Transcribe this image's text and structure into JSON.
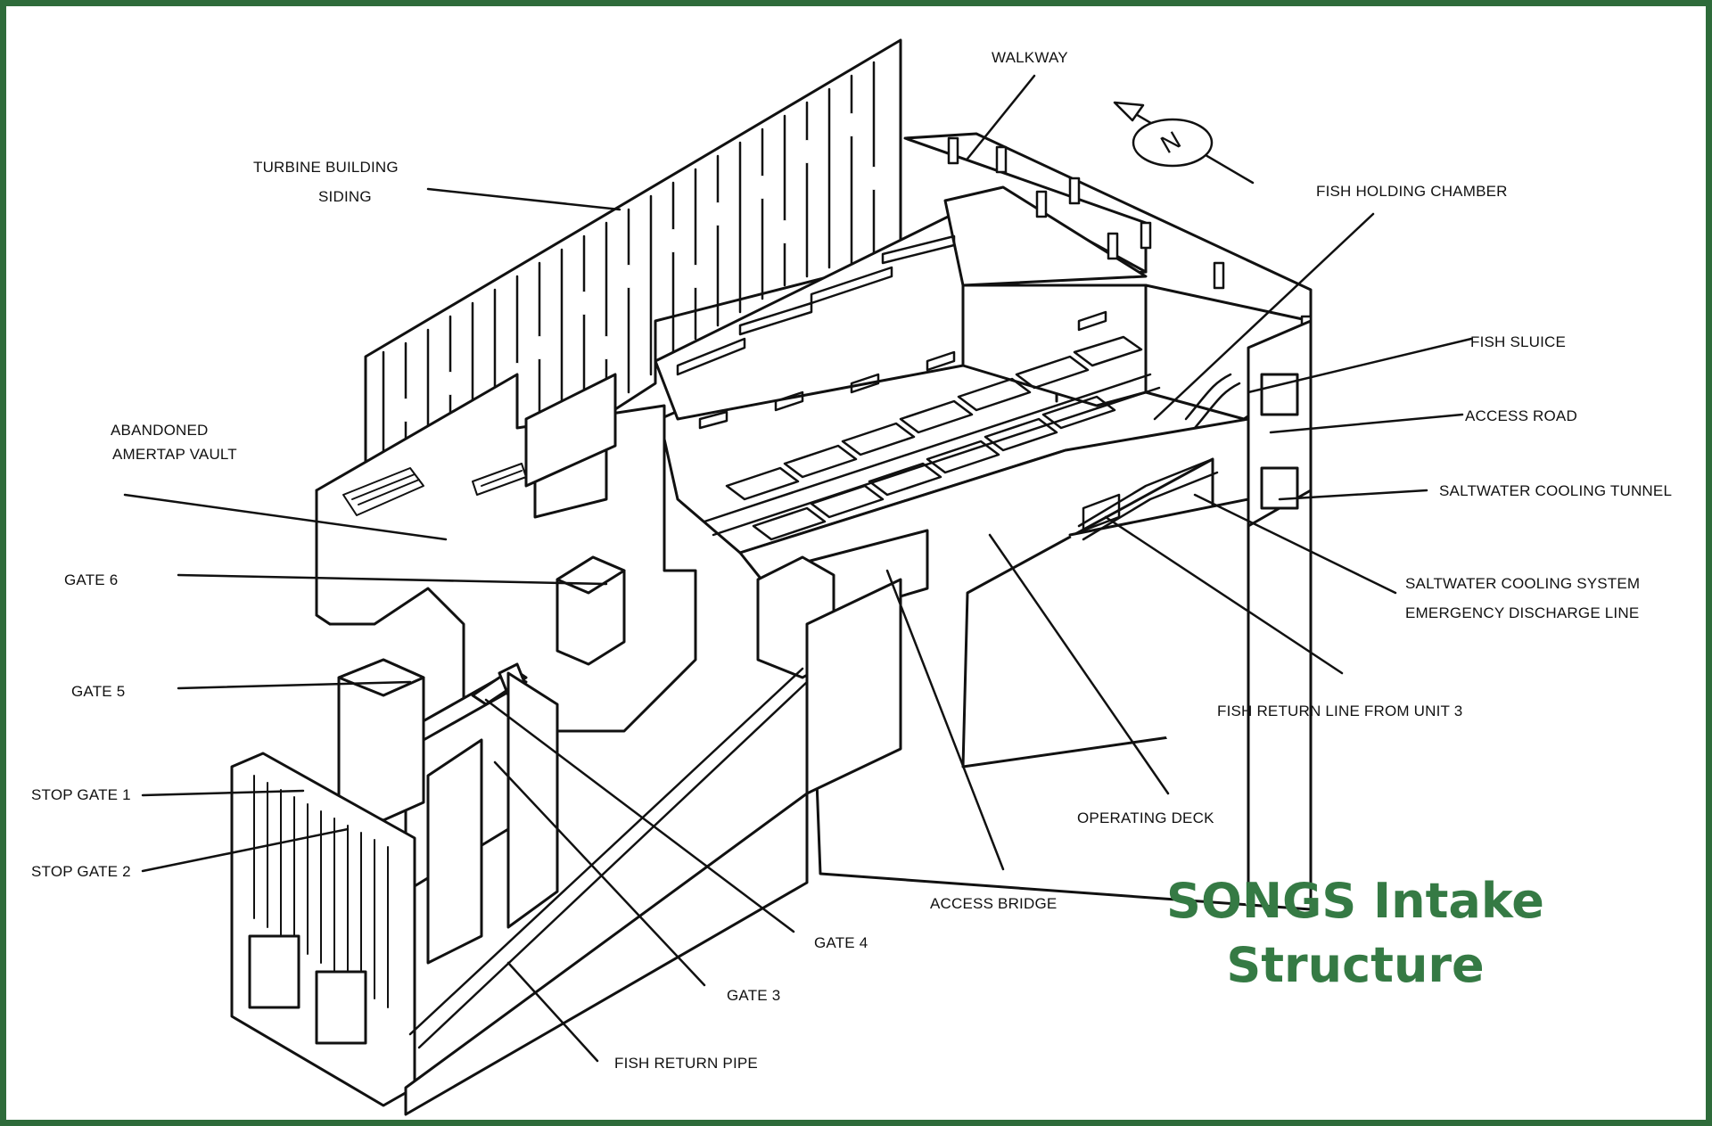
{
  "title": {
    "line1": "SONGS Intake",
    "line2": "Structure"
  },
  "colors": {
    "frame": "#2e6b3a",
    "title": "#357a44",
    "ink": "#111111"
  },
  "labels": {
    "walkway": "WALKWAY",
    "turbine_1": "TURBINE BUILDING",
    "turbine_2": "SIDING",
    "fish_holding": "FISH HOLDING CHAMBER",
    "fish_sluice": "FISH SLUICE",
    "access_road": "ACCESS ROAD",
    "cooling_tunnel": "SALTWATER COOLING TUNNEL",
    "emergency_1": "SALTWATER COOLING SYSTEM",
    "emergency_2": "EMERGENCY DISCHARGE LINE",
    "abandoned_1": "ABANDONED",
    "abandoned_2": "AMERTAP VAULT",
    "gate6": "GATE 6",
    "gate5": "GATE 5",
    "stop_gate1": "STOP GATE 1",
    "stop_gate2": "STOP GATE 2",
    "fish_return_line": "FISH RETURN LINE FROM UNIT 3",
    "operating_deck": "OPERATING DECK",
    "access_bridge": "ACCESS BRIDGE",
    "gate4": "GATE 4",
    "gate3": "GATE 3",
    "fish_return_pipe": "FISH RETURN PIPE",
    "north_mark": "N"
  }
}
